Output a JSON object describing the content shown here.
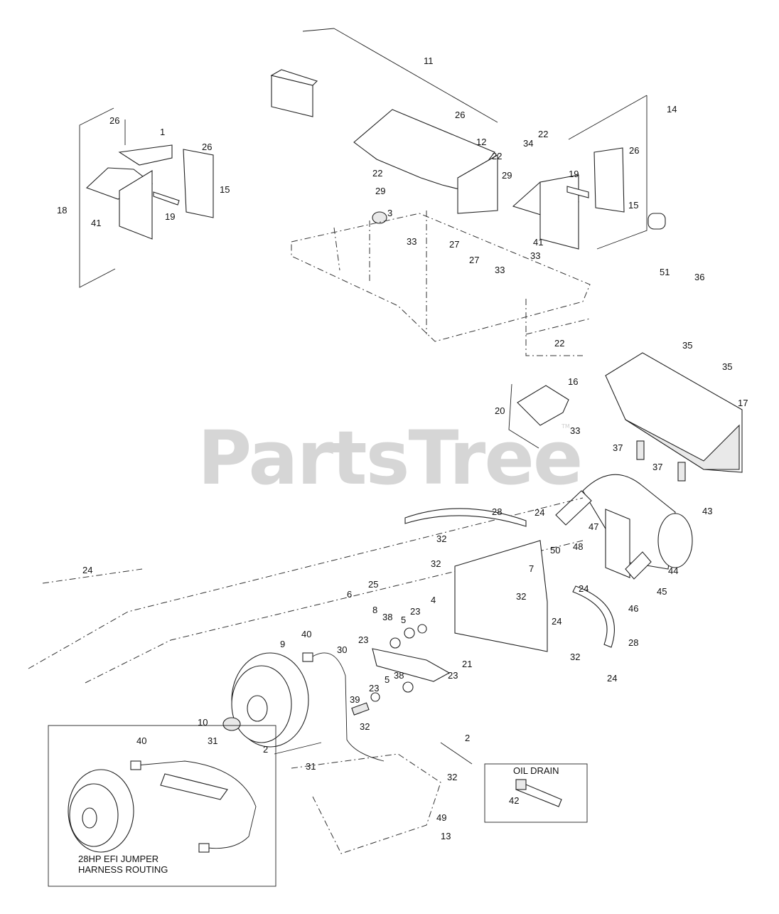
{
  "watermark": {
    "brand": "PartsTree",
    "trademark": "TM"
  },
  "callouts": [
    "1",
    "2",
    "3",
    "4",
    "5",
    "6",
    "7",
    "8",
    "9",
    "10",
    "11",
    "12",
    "13",
    "14",
    "15",
    "16",
    "17",
    "18",
    "19",
    "20",
    "21",
    "22",
    "23",
    "24",
    "25",
    "26",
    "27",
    "28",
    "29",
    "30",
    "31",
    "32",
    "33",
    "34",
    "35",
    "36",
    "37",
    "38",
    "39",
    "40",
    "41",
    "42",
    "43",
    "44",
    "45",
    "46",
    "47",
    "48",
    "49",
    "50",
    "51"
  ],
  "insets": {
    "oil_drain_title": "OIL DRAIN",
    "harness_title_line1": "28HP EFI JUMPER",
    "harness_title_line2": "HARNESS ROUTING"
  }
}
